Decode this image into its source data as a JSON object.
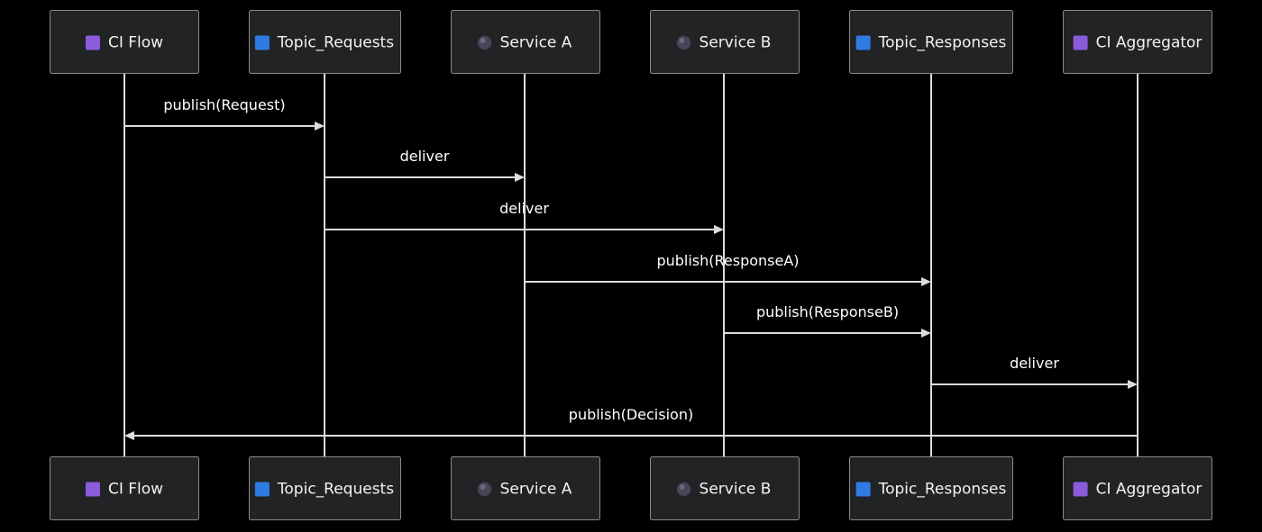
{
  "participants": [
    {
      "id": "ciflow",
      "label": "CI Flow",
      "icon": "purple-square-icon",
      "icon_color": "#8a5cdc"
    },
    {
      "id": "topicreq",
      "label": "Topic_Requests",
      "icon": "blue-square-icon",
      "icon_color": "#2f7be3"
    },
    {
      "id": "serviceA",
      "label": "Service A",
      "icon": "dark-circle-icon",
      "icon_color": "#4a4458"
    },
    {
      "id": "serviceB",
      "label": "Service B",
      "icon": "dark-circle-icon",
      "icon_color": "#4a4458"
    },
    {
      "id": "topicresp",
      "label": "Topic_Responses",
      "icon": "blue-square-icon",
      "icon_color": "#2f7be3"
    },
    {
      "id": "aggregator",
      "label": "CI Aggregator",
      "icon": "purple-square-icon",
      "icon_color": "#8a5cdc"
    }
  ],
  "messages": [
    {
      "from": 0,
      "to": 1,
      "label": "publish(Request)"
    },
    {
      "from": 1,
      "to": 2,
      "label": "deliver"
    },
    {
      "from": 1,
      "to": 3,
      "label": "deliver"
    },
    {
      "from": 2,
      "to": 4,
      "label": "publish(ResponseA)"
    },
    {
      "from": 3,
      "to": 4,
      "label": "publish(ResponseB)"
    },
    {
      "from": 4,
      "to": 5,
      "label": "deliver"
    },
    {
      "from": 5,
      "to": 0,
      "label": "publish(Decision)"
    }
  ],
  "colors": {
    "background": "#000000",
    "box_fill": "#222324",
    "box_border": "#8a8a8a",
    "line": "#dcdcdc",
    "text": "#ffffff"
  }
}
